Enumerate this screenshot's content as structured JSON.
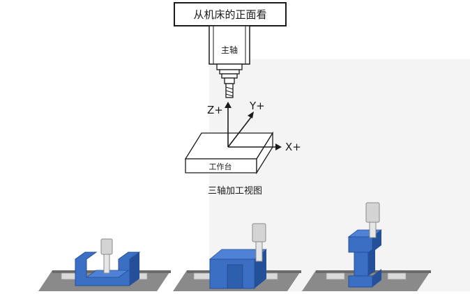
{
  "diagram": {
    "view_label": "从机床的正面看",
    "spindle_label": "主轴",
    "axes": {
      "z": "Z+",
      "y": "Y+",
      "x": "X+"
    },
    "table_label": "工作台",
    "caption": "三轴加工视图"
  },
  "colors": {
    "line": "#1a1a1a",
    "part_blue": "#3a6fc4",
    "part_blue_dark": "#24509a",
    "table_gray": "#8a8a8a",
    "table_gray_dark": "#5e5e5e",
    "panel_bg": "#eeeeee",
    "clamp": "#d9d9d9",
    "tool": "#cfcfcf"
  }
}
